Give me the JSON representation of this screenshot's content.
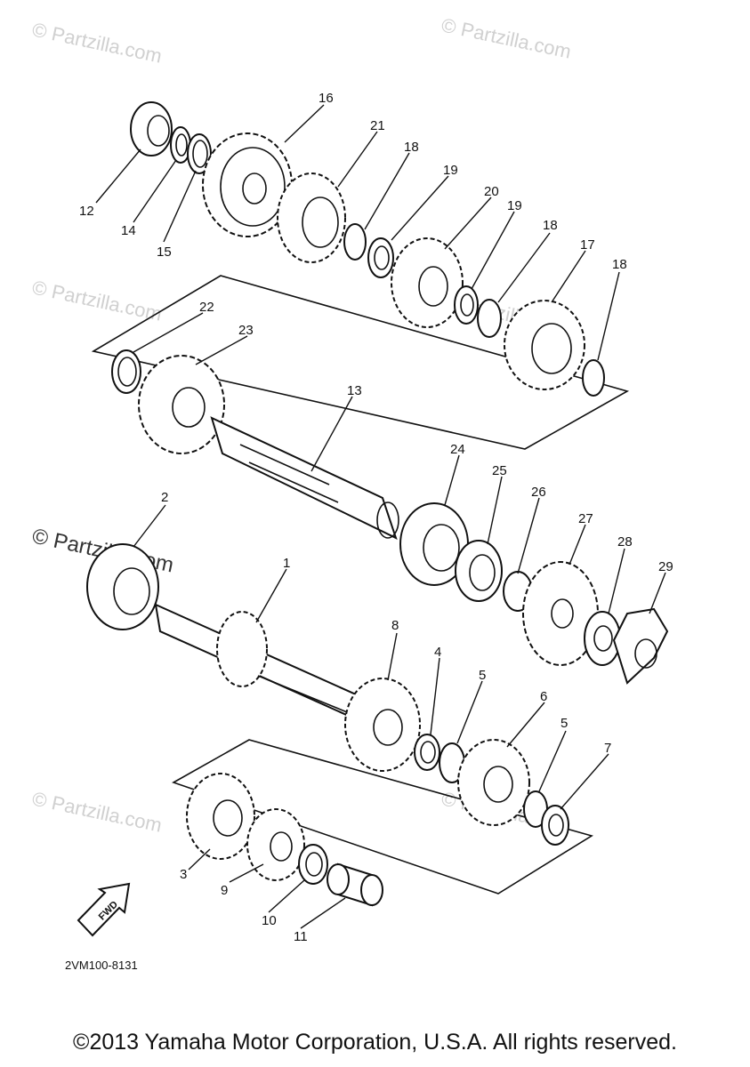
{
  "watermark": "© Partzilla.com",
  "callouts": [
    "1",
    "2",
    "3",
    "4",
    "5",
    "6",
    "7",
    "8",
    "9",
    "10",
    "11",
    "12",
    "13",
    "14",
    "15",
    "16",
    "17",
    "18",
    "19",
    "20",
    "21",
    "22",
    "23",
    "24",
    "25",
    "26",
    "27",
    "28",
    "29"
  ],
  "fwd_label": "FWD",
  "diagram_code": "2VM100-8131",
  "copyright": "©2013 Yamaha Motor Corporation, U.S.A. All rights reserved."
}
